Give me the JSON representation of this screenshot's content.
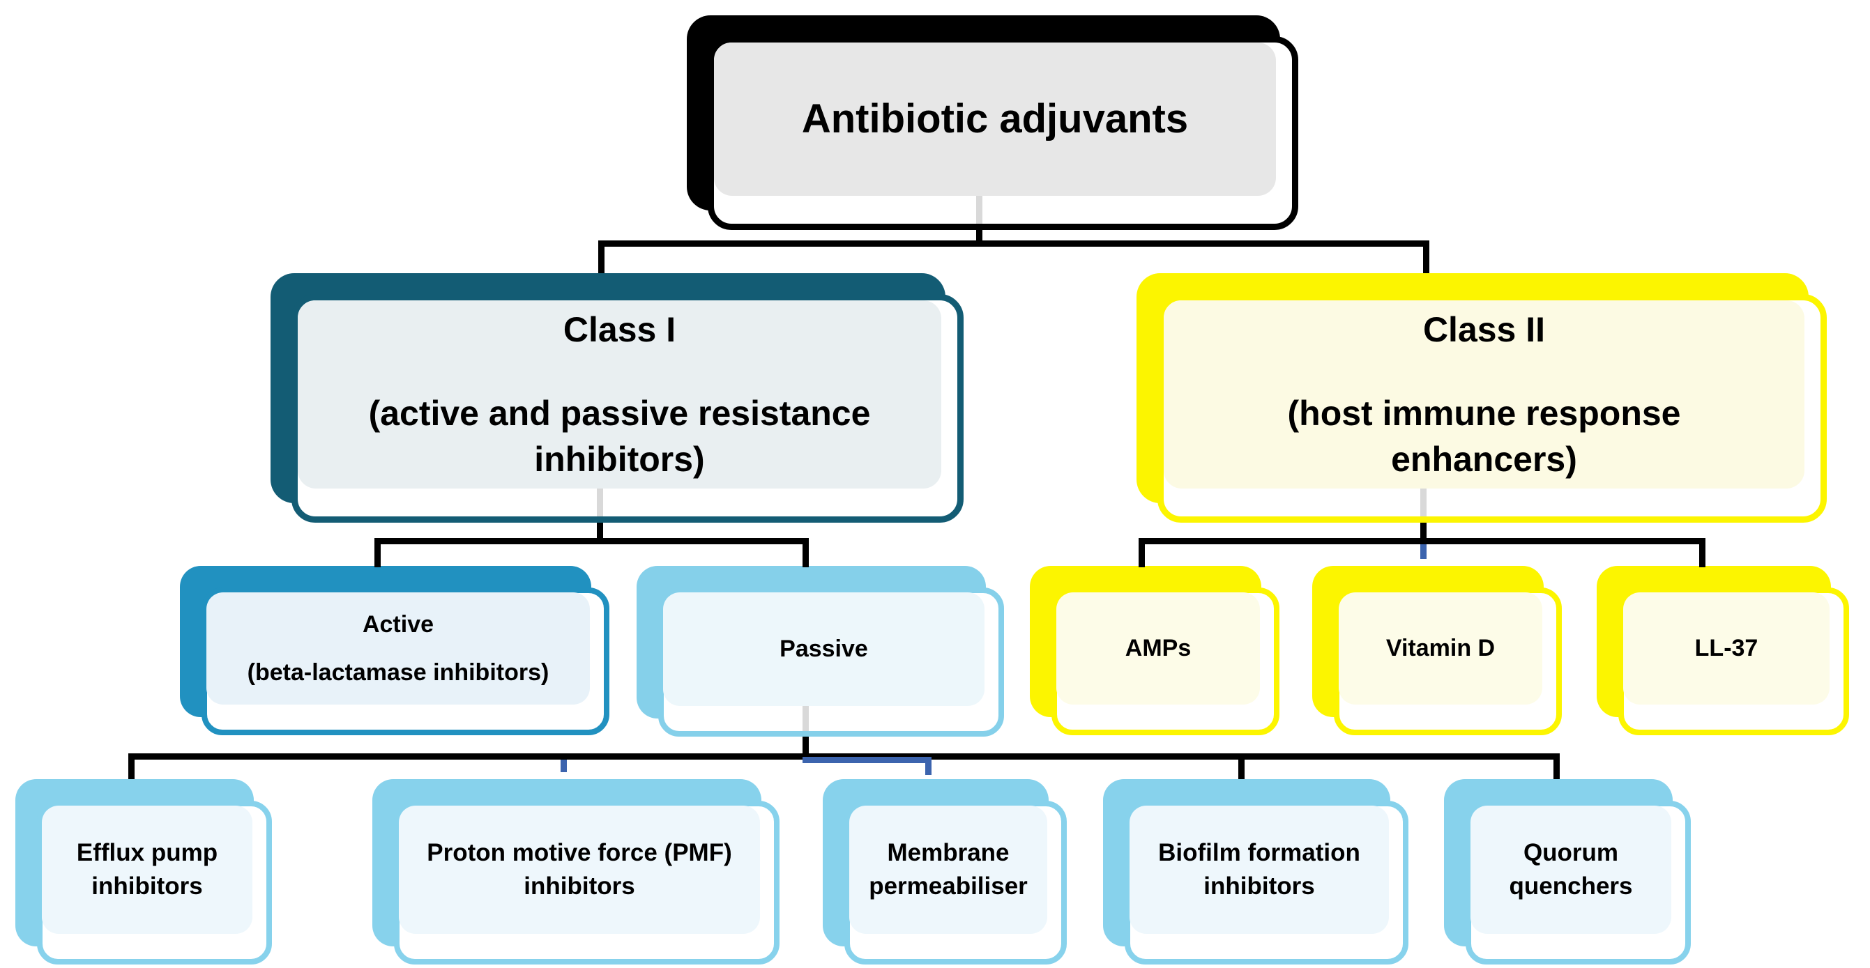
{
  "figure": {
    "type": "hierarchy-diagram",
    "title": "Antibiotic adjuvants classification"
  },
  "nodes": {
    "root": {
      "label": "Antibiotic adjuvants"
    },
    "class1": {
      "title": "Class I",
      "subtitle": "(active and passive resistance inhibitors)"
    },
    "class2": {
      "title": "Class II",
      "subtitle": "(host immune response enhancers)"
    },
    "active": {
      "title": "Active",
      "subtitle": "(beta-lactamase inhibitors)"
    },
    "passive": {
      "label": "Passive"
    },
    "amps": {
      "label": "AMPs"
    },
    "vitamin_d": {
      "label": "Vitamin D"
    },
    "ll37": {
      "label": "LL-37"
    },
    "efflux": {
      "label": "Efflux pump inhibitors"
    },
    "pmf": {
      "label": "Proton motive force (PMF) inhibitors"
    },
    "membrane": {
      "label": "Membrane permeabiliser"
    },
    "biofilm": {
      "label": "Biofilm formation inhibitors"
    },
    "quorum": {
      "label": "Quorum quenchers"
    }
  },
  "edges": [
    {
      "from": "root",
      "to": [
        "class1",
        "class2"
      ]
    },
    {
      "from": "class1",
      "to": [
        "active",
        "passive"
      ]
    },
    {
      "from": "class2",
      "to": [
        "amps",
        "vitamin_d",
        "ll37"
      ]
    },
    {
      "from": "passive",
      "to": [
        "efflux",
        "pmf",
        "membrane",
        "biofilm",
        "quorum"
      ]
    }
  ],
  "colors": {
    "root-edge": "#000000",
    "root-panel": "#e7e7e7",
    "class1-edge": "#135c74",
    "class1-panel": "#e9eff1",
    "class2-edge": "#fcf500",
    "class2-panel": "#fcfae3",
    "active-edge": "#2191c0",
    "active-panel": "#e8f2f9",
    "passive-edge": "#85d0ea",
    "passive-panel": "#edf7fb",
    "yellow-edge": "#fcf500",
    "yellow-panel": "#fdfce8",
    "lightblue-edge": "#87d2ec",
    "lightblue-panel": "#eef7fc",
    "connector-black": "#000000",
    "connector-blue": "#3c64ae",
    "connector-gray": "#d9d9d9"
  }
}
